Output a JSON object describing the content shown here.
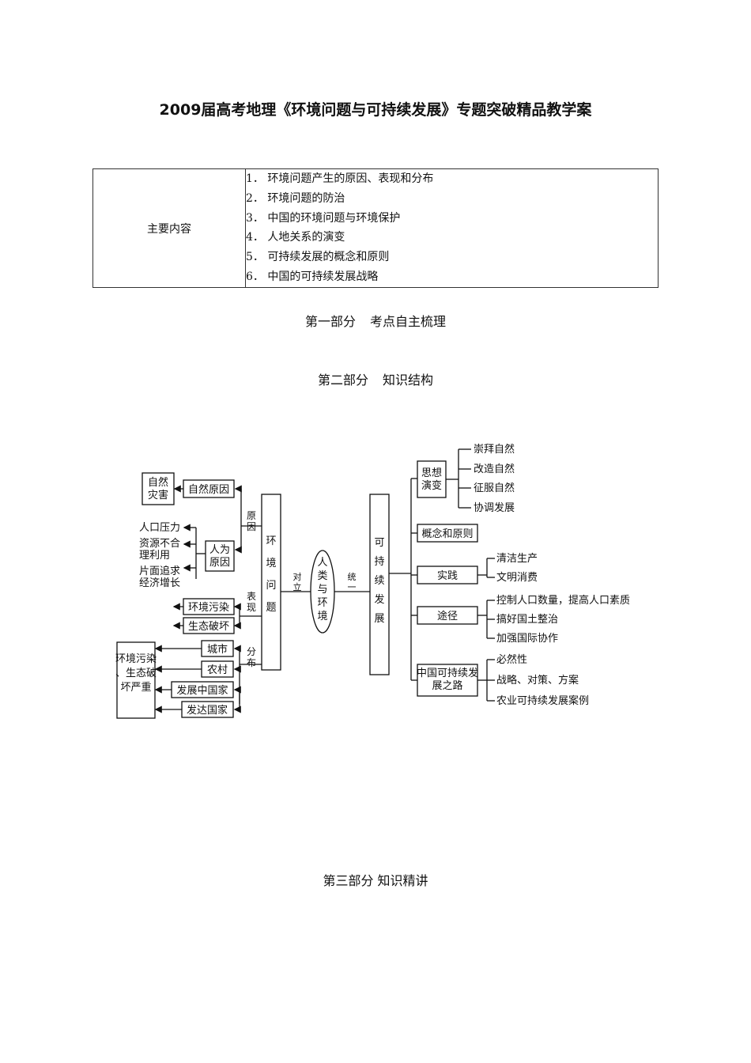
{
  "title": "2009届高考地理《环境问题与可持续发展》专题突破精品教学案",
  "summary_table": {
    "label": "主要内容",
    "items": [
      "1． 环境问题产生的原因、表现和分布",
      "2． 环境问题的防治",
      "3． 中国的环境问题与环境保护",
      "4． 人地关系的演变",
      "5． 可持续发展的概念和原则",
      "6． 中国的可持续发展战略"
    ]
  },
  "sections": {
    "part1": {
      "num": "第一部分",
      "name": "考点自主梳理"
    },
    "part2": {
      "num": "第二部分",
      "name": "知识结构"
    },
    "part3": {
      "num": "第三部分",
      "name": "知识精讲"
    }
  },
  "diagram": {
    "hj_problem": "环境问题",
    "renlei": "人类与环境",
    "sustainable": "可持续发展",
    "duili": "对立",
    "tongyi": "统一",
    "yuanyin": "原因",
    "biaoxian": "表现",
    "fenbu": "分布",
    "natural_cause": "自然原因",
    "natural_disaster": "自然灾害",
    "human_cause": "人为原因",
    "human_factors": [
      "人口压力",
      "资源不合理利用",
      "片面追求经济增长"
    ],
    "manifest": [
      "环境污染",
      "生态破坏"
    ],
    "distribution": [
      "城市",
      "农村",
      "发展中国家",
      "发达国家"
    ],
    "severe": "环境污染、生态破坏严重",
    "right": {
      "sixiang": "思想演变",
      "sixiang_items": [
        "崇拜自然",
        "改造自然",
        "征服自然",
        "协调发展"
      ],
      "gainian": "概念和原则",
      "shijian": "实践",
      "shijian_items": [
        "清洁生产",
        "文明消费"
      ],
      "tujing": "途径",
      "tujing_items": [
        "控制人口数量，提高人口素质",
        "搞好国土整治",
        "加强国际协作"
      ],
      "china": "中国可持续发展之路",
      "china_items": [
        "必然性",
        "战略、对策、方案",
        "农业可持续发展案例"
      ]
    }
  }
}
